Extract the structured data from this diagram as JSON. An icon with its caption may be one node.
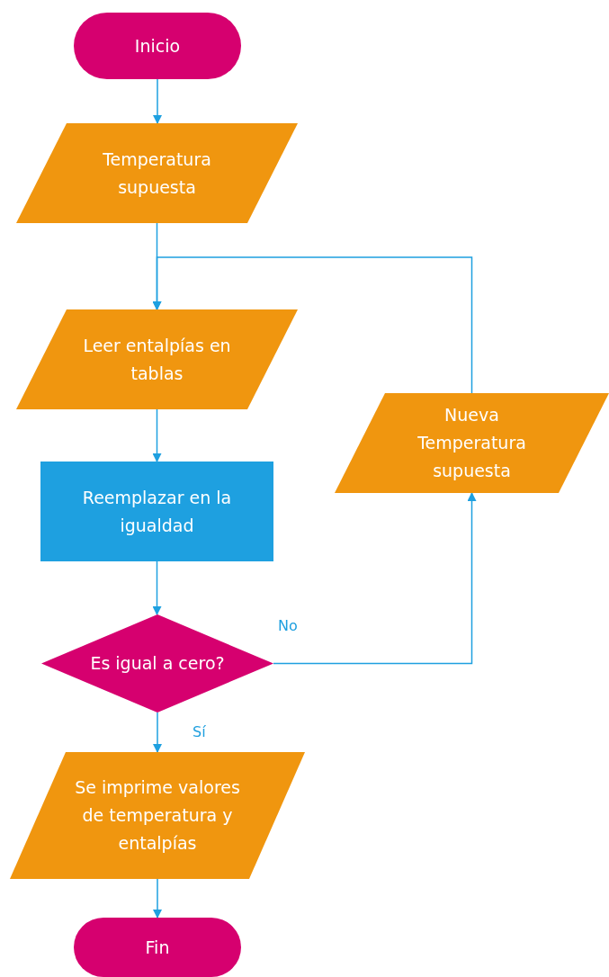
{
  "diagram": {
    "nodes": [
      {
        "text": [
          "Inicio"
        ]
      },
      {
        "text": [
          "Temperatura supuesta"
        ]
      },
      {
        "text": [
          "Leer entalpías en tablas"
        ]
      },
      {
        "text": [
          "Reemplazar en la igualdad"
        ]
      },
      {
        "text": [
          "Es igual a cero?"
        ]
      },
      {
        "text": [
          "Se imprime valores de temperatura y entalpías"
        ]
      },
      {
        "text": [
          "Fin"
        ]
      },
      {
        "text": [
          "Nueva Temperatura supuesta"
        ]
      }
    ],
    "edges": [
      {
        "from": 0,
        "to": 1,
        "arrow": "to"
      },
      {
        "from": 1,
        "to": 2,
        "arrow": "to"
      },
      {
        "from": 2,
        "to": 3,
        "arrow": "to"
      },
      {
        "from": 3,
        "to": 4,
        "arrow": "to"
      },
      {
        "from": 4,
        "to": 5,
        "arrow": "to",
        "label": "Sí"
      },
      {
        "from": 4,
        "to": 7,
        "arrow": "to",
        "label": "No"
      },
      {
        "from": 7,
        "to": 2,
        "arrow": "to"
      },
      {
        "from": 5,
        "to": 6,
        "arrow": "to"
      }
    ]
  }
}
